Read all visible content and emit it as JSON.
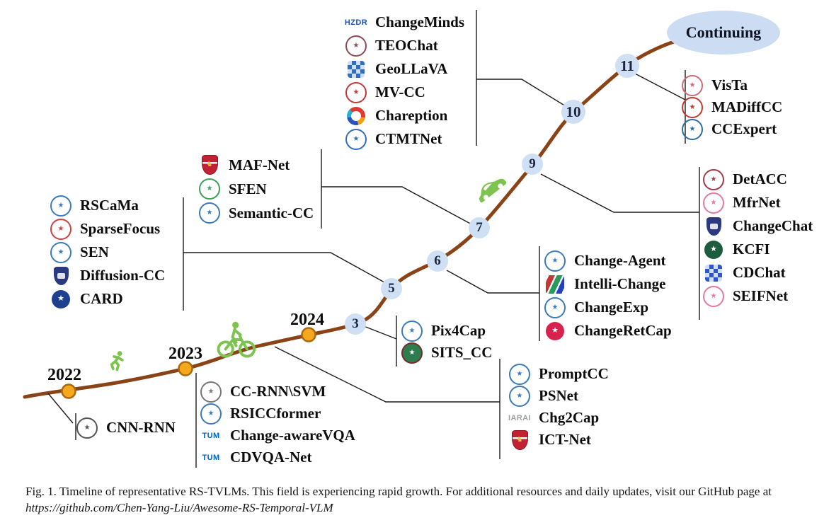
{
  "figure": {
    "continuing_label": "Continuing",
    "years": [
      "2022",
      "2023",
      "2024"
    ],
    "milestones": [
      "3",
      "5",
      "6",
      "7",
      "9",
      "10",
      "11"
    ],
    "icons": [
      "runner-icon",
      "cyclist-icon",
      "car-icon"
    ],
    "colors": {
      "road": "#8a4316",
      "milestone_fill": "#cfe0f5",
      "milestone_text": "#1b2341",
      "year_dot_fill": "#f6a81c",
      "year_dot_border": "#a9690f",
      "continuing_fill": "#ccdcf2",
      "connector": "#1b1b1b",
      "travel_icon_green": "#7cc34f"
    }
  },
  "groups": {
    "top_group": {
      "items": [
        {
          "label": "ChangeMinds",
          "icon": "hzdr-logo",
          "icon_text": "HZDR",
          "icon_color": "#1b50b8"
        },
        {
          "label": "TEOChat",
          "icon": "circular-seal",
          "icon_color": "#8c4a56"
        },
        {
          "label": "GeoLLaVA",
          "icon": "checker-logo",
          "icon_color": "#2f6fc0"
        },
        {
          "label": "MV-CC",
          "icon": "circular-seal",
          "icon_color": "#c03a3a"
        },
        {
          "label": "Chareption",
          "icon": "swirl-logo",
          "icon_color": "#d84315"
        },
        {
          "label": "CTMTNet",
          "icon": "circular-seal",
          "icon_color": "#2f6fc0"
        }
      ]
    },
    "vista_group": {
      "items": [
        {
          "label": "VisTa",
          "icon": "circular-seal",
          "icon_color": "#d06a76"
        },
        {
          "label": "MADiffCC",
          "icon": "circular-seal",
          "icon_color": "#c4392f"
        },
        {
          "label": "CCExpert",
          "icon": "circular-seal",
          "icon_color": "#2e6da4"
        }
      ]
    },
    "right_group": {
      "items": [
        {
          "label": "DetACC",
          "icon": "circular-seal",
          "icon_color": "#a03b47"
        },
        {
          "label": "MfrNet",
          "icon": "circular-seal",
          "icon_color": "#e279a2"
        },
        {
          "label": "ChangeChat",
          "icon": "shield-logo",
          "icon_color": "#2b3a7e"
        },
        {
          "label": "KCFI",
          "icon": "solid-seal",
          "icon_color": "#1d5c3f"
        },
        {
          "label": "CDChat",
          "icon": "checker-logo",
          "icon_color": "#3355cc"
        },
        {
          "label": "SEIFNet",
          "icon": "circular-seal",
          "icon_color": "#e279a2"
        }
      ]
    },
    "agent_group": {
      "items": [
        {
          "label": "Change-Agent",
          "icon": "circular-seal",
          "icon_color": "#3a7abd"
        },
        {
          "label": "Intelli-Change",
          "icon": "stripes-logo",
          "icon_color": "#cc3333"
        },
        {
          "label": "ChangeExp",
          "icon": "circular-seal",
          "icon_color": "#3a7abd"
        },
        {
          "label": "ChangeRetCap",
          "icon": "solid-seal",
          "icon_color": "#d6224c"
        }
      ]
    },
    "prompt_group": {
      "items": [
        {
          "label": "PromptCC",
          "icon": "circular-seal",
          "icon_color": "#3a7abd"
        },
        {
          "label": "PSNet",
          "icon": "circular-seal",
          "icon_color": "#3a7abd"
        },
        {
          "label": "Chg2Cap",
          "icon": "iarai-logo",
          "icon_text": "IARAI",
          "icon_color": "#9aa0a6"
        },
        {
          "label": "ICT-Net",
          "icon": "crest-shield",
          "icon_color": "#c22033"
        }
      ]
    },
    "left_group": {
      "items": [
        {
          "label": "RSCaMa",
          "icon": "circular-seal",
          "icon_color": "#3a7abd"
        },
        {
          "label": "SparseFocus",
          "icon": "circular-seal",
          "icon_color": "#d04040"
        },
        {
          "label": "SEN",
          "icon": "circular-seal",
          "icon_color": "#3a7abd"
        },
        {
          "label": "Diffusion-CC",
          "icon": "shield-logo",
          "icon_color": "#2b3a7e"
        },
        {
          "label": "CARD",
          "icon": "solid-seal",
          "icon_color": "#1f3f8f"
        }
      ]
    },
    "maf_group": {
      "items": [
        {
          "label": "MAF-Net",
          "icon": "crest-shield",
          "icon_color": "#c22033"
        },
        {
          "label": "SFEN",
          "icon": "circular-seal",
          "icon_color": "#3aa05a"
        },
        {
          "label": "Semantic-CC",
          "icon": "circular-seal",
          "icon_color": "#3a7abd"
        }
      ]
    },
    "pix_group": {
      "items": [
        {
          "label": "Pix4Cap",
          "icon": "circular-seal",
          "icon_color": "#3a7abd"
        },
        {
          "label": "SITS_CC",
          "icon": "globe-seal",
          "icon_color": "#2e7d4f"
        }
      ]
    },
    "early_group": {
      "items": [
        {
          "label": "CC-RNN\\SVM",
          "icon": "circular-seal",
          "icon_color": "#777777"
        },
        {
          "label": "RSICCformer",
          "icon": "circular-seal",
          "icon_color": "#3a7abd"
        },
        {
          "label": "Change-awareVQA",
          "icon": "tum-logo",
          "icon_text": "TUM",
          "icon_color": "#0065bd"
        },
        {
          "label": "CDVQA-Net",
          "icon": "tum-logo",
          "icon_text": "TUM",
          "icon_color": "#0065bd"
        }
      ]
    },
    "cnn_group": {
      "items": [
        {
          "label": "CNN-RNN",
          "icon": "circular-seal",
          "icon_color": "#555555"
        }
      ]
    }
  },
  "caption": {
    "line1": "Fig. 1.  Timeline of representative RS-TVLMs. This field is experiencing rapid growth. For additional resources and daily updates, visit our GitHub page at",
    "line2": "https://github.com/Chen-Yang-Liu/Awesome-RS-Temporal-VLM"
  }
}
